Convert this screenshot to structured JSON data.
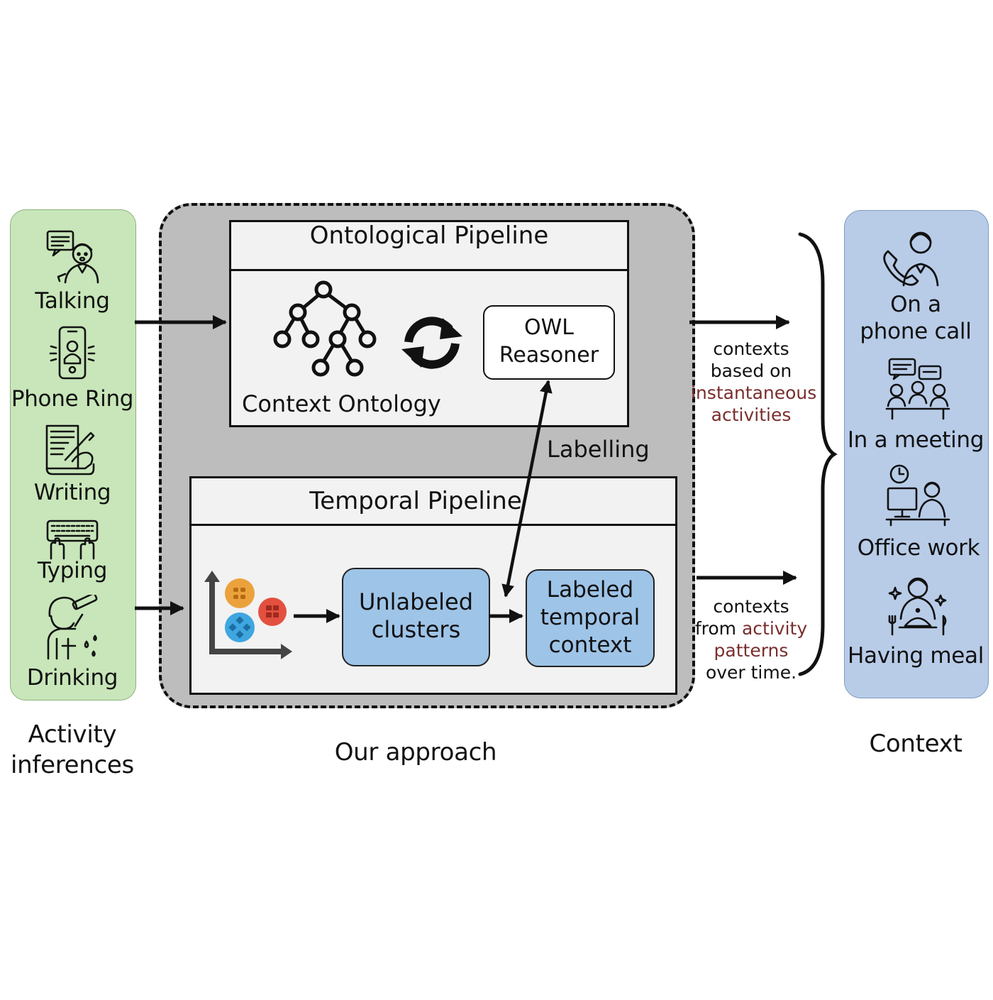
{
  "activities": {
    "caption": "Activity\ninferences",
    "items": [
      {
        "label": "Talking",
        "icon": "talking-person-icon"
      },
      {
        "label": "Phone Ring",
        "icon": "ringing-phone-icon"
      },
      {
        "label": "Writing",
        "icon": "writing-hand-icon"
      },
      {
        "label": "Typing",
        "icon": "keyboard-typing-icon"
      },
      {
        "label": "Drinking",
        "icon": "drinking-person-icon"
      }
    ]
  },
  "approach": {
    "caption": "Our approach",
    "ontological": {
      "title": "Ontological Pipeline",
      "ontology_label": "Context Ontology",
      "reasoner_label": "OWL\nReasoner",
      "sync_icon": "sync-icon"
    },
    "labelling": "Labelling",
    "temporal": {
      "title": "Temporal Pipeline",
      "unlabeled": "Unlabeled\nclusters",
      "labeled": "Labeled\ntemporal\ncontext",
      "scatter_icon": "cluster-scatter-icon"
    }
  },
  "annotations": {
    "instant": {
      "pre": "contexts\nbased on\n",
      "highlight": "instantaneous\nactivities",
      "post": ""
    },
    "patterns": {
      "pre": "contexts\nfrom ",
      "highlight": "activity\npatterns",
      "post": "\nover time."
    }
  },
  "context": {
    "caption": "Context",
    "items": [
      {
        "label": "On a\nphone call",
        "icon": "phone-call-icon"
      },
      {
        "label": "In a meeting",
        "icon": "meeting-icon"
      },
      {
        "label": "Office work",
        "icon": "office-work-icon"
      },
      {
        "label": "Having meal",
        "icon": "meal-icon"
      }
    ]
  },
  "colors": {
    "activity_panel": "#c8e6b9",
    "context_panel": "#b8cce8",
    "approach_bg": "#bdbdbd",
    "pipeline_bg": "#f2f2f2",
    "cluster_box": "#9ec4e8",
    "highlight": "#7a2e2e"
  }
}
